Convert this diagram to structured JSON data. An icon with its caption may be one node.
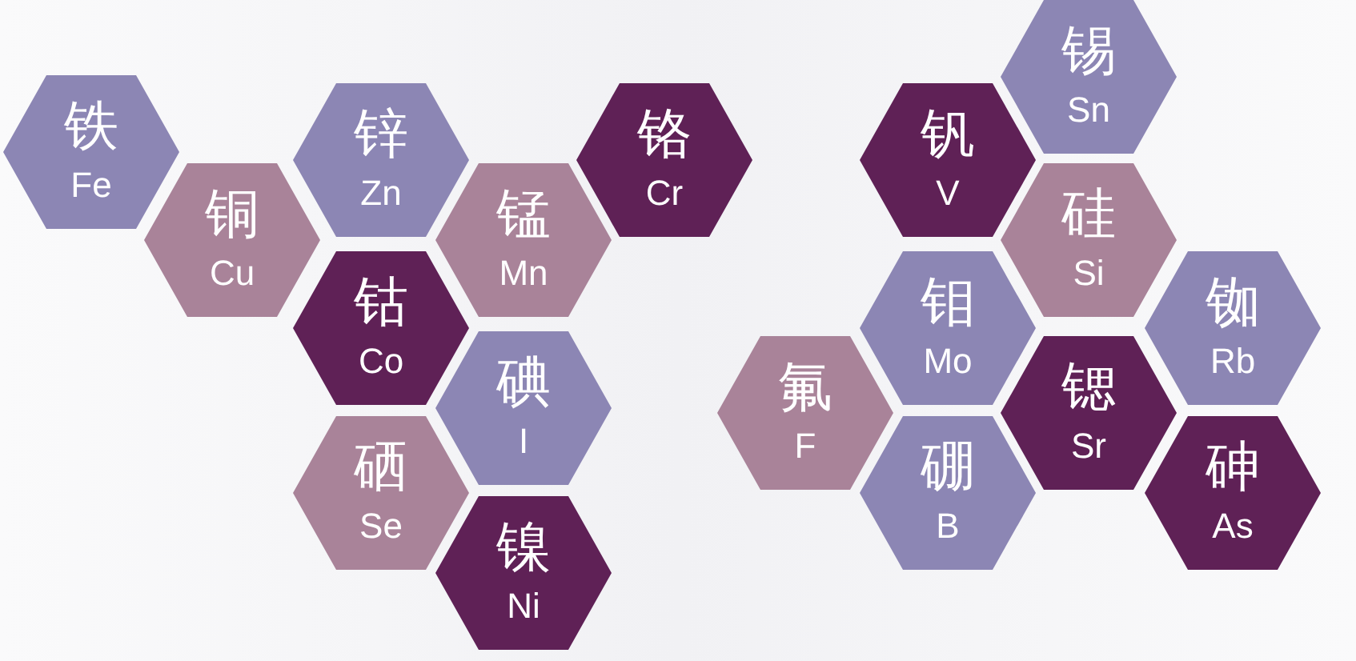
{
  "diagram": {
    "nodes": [
      {
        "text": [
          "铁",
          "Fe"
        ]
      },
      {
        "text": [
          "铜",
          "Cu"
        ]
      },
      {
        "text": [
          "锌",
          "Zn"
        ]
      },
      {
        "text": [
          "钴",
          "Co"
        ]
      },
      {
        "text": [
          "锰",
          "Mn"
        ]
      },
      {
        "text": [
          "铬",
          "Cr"
        ]
      },
      {
        "text": [
          "碘",
          "I"
        ]
      },
      {
        "text": [
          "硒",
          "Se"
        ]
      },
      {
        "text": [
          "镍",
          "Ni"
        ]
      },
      {
        "text": [
          "锡",
          "Sn"
        ]
      },
      {
        "text": [
          "钒",
          "V"
        ]
      },
      {
        "text": [
          "硅",
          "Si"
        ]
      },
      {
        "text": [
          "钼",
          "Mo"
        ]
      },
      {
        "text": [
          "铷",
          "Rb"
        ]
      },
      {
        "text": [
          "氟",
          "F"
        ]
      },
      {
        "text": [
          "锶",
          "Sr"
        ]
      },
      {
        "text": [
          "硼",
          "B"
        ]
      },
      {
        "text": [
          "砷",
          "As"
        ]
      }
    ]
  }
}
